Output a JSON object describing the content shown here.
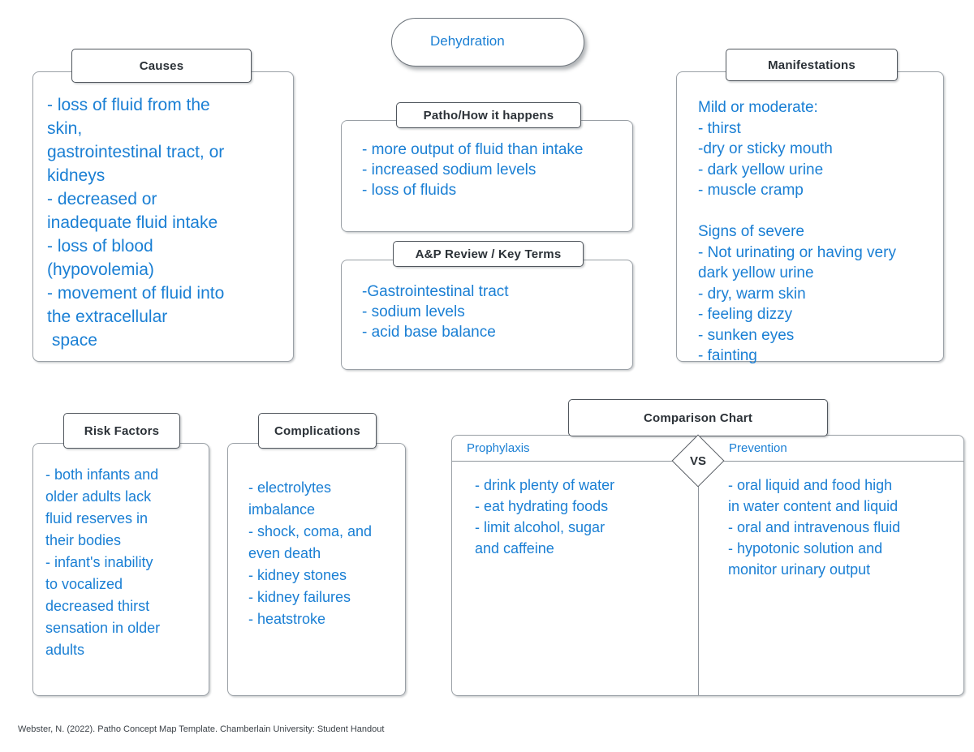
{
  "title": {
    "label": "Dehydration"
  },
  "boxes": {
    "causes": {
      "header": "Causes",
      "body": "- loss of fluid from the\nskin,\ngastrointestinal tract, or\nkidneys\n- decreased or\ninadequate fluid intake\n- loss of blood\n(hypovolemia)\n- movement of fluid into\nthe extracellular\n space"
    },
    "patho": {
      "header": "Patho/How it happens",
      "body": "- more output of fluid than intake\n- increased sodium levels\n- loss of fluids"
    },
    "anp": {
      "header": "A&P Review / Key Terms",
      "body": "-Gastrointestinal tract\n- sodium levels\n- acid base balance"
    },
    "manifestations": {
      "header": "Manifestations",
      "body": "Mild or moderate:\n- thirst\n-dry or sticky mouth\n- dark yellow urine\n- muscle cramp\n\nSigns of severe\n- Not urinating or having very\ndark yellow urine\n- dry, warm skin\n- feeling dizzy\n- sunken eyes\n- fainting"
    },
    "risk_factors": {
      "header": "Risk Factors",
      "body": "- both infants and\nolder adults lack\nfluid reserves in\ntheir bodies\n- infant's inability\nto vocalized\ndecreased thirst\nsensation in older\nadults"
    },
    "complications": {
      "header": "Complications",
      "body": "- electrolytes\nimbalance\n- shock, coma, and\neven death\n- kidney stones\n- kidney failures\n- heatstroke"
    }
  },
  "comparison": {
    "header": "Comparison Chart",
    "vs_label": "VS",
    "left_label": "Prophylaxis",
    "right_label": "Prevention",
    "left_body": "- drink plenty of water\n- eat hydrating foods\n- limit alcohol, sugar\nand caffeine",
    "right_body": "- oral liquid and food high\nin water content and liquid\n- oral and intravenous fluid\n- hypotonic solution and\nmonitor urinary output"
  },
  "citation": "Webster, N. (2022). Patho Concept Map Template. Chamberlain University: Student Handout",
  "colors": {
    "body_text_blue": "#1a7fd4",
    "header_text": "#2b3137",
    "box_border": "#9aa0a6",
    "tab_border": "#50565d",
    "background": "#ffffff"
  }
}
